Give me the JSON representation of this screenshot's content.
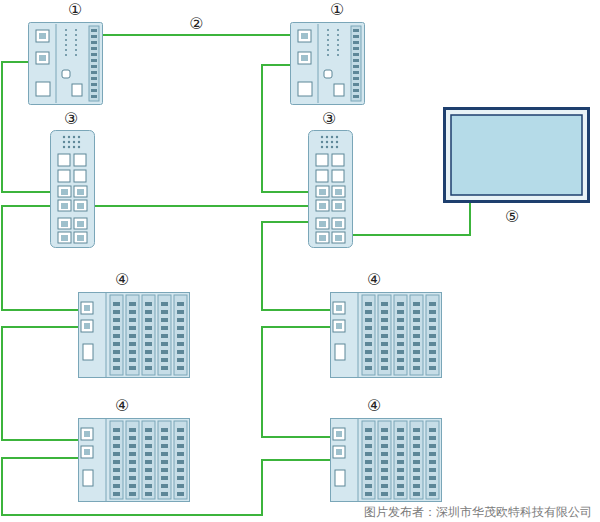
{
  "diagram": {
    "nodes": [
      {
        "text": [
          "①"
        ]
      },
      {
        "text": [
          "①"
        ]
      },
      {
        "text": [
          "③"
        ]
      },
      {
        "text": [
          "③"
        ]
      },
      {
        "text": [
          "⑤"
        ]
      },
      {
        "text": [
          "④"
        ]
      },
      {
        "text": [
          "④"
        ]
      },
      {
        "text": [
          "④"
        ]
      },
      {
        "text": [
          "④"
        ]
      }
    ],
    "edges": [
      {
        "from": 0,
        "to": 1,
        "arrow": "none",
        "label": "②"
      },
      {
        "from": 0,
        "to": 2,
        "arrow": "none"
      },
      {
        "from": 1,
        "to": 3,
        "arrow": "none"
      },
      {
        "from": 2,
        "to": 3,
        "arrow": "none"
      },
      {
        "from": 3,
        "to": 4,
        "arrow": "none"
      },
      {
        "from": 2,
        "to": 5,
        "arrow": "none"
      },
      {
        "from": 3,
        "to": 6,
        "arrow": "none"
      },
      {
        "from": 5,
        "to": 7,
        "arrow": "none"
      },
      {
        "from": 6,
        "to": 8,
        "arrow": "none"
      },
      {
        "from": 7,
        "to": 8,
        "arrow": "none"
      }
    ],
    "labels": [
      "图片发布者：深圳市华茂欧特科技有限公司"
    ]
  }
}
